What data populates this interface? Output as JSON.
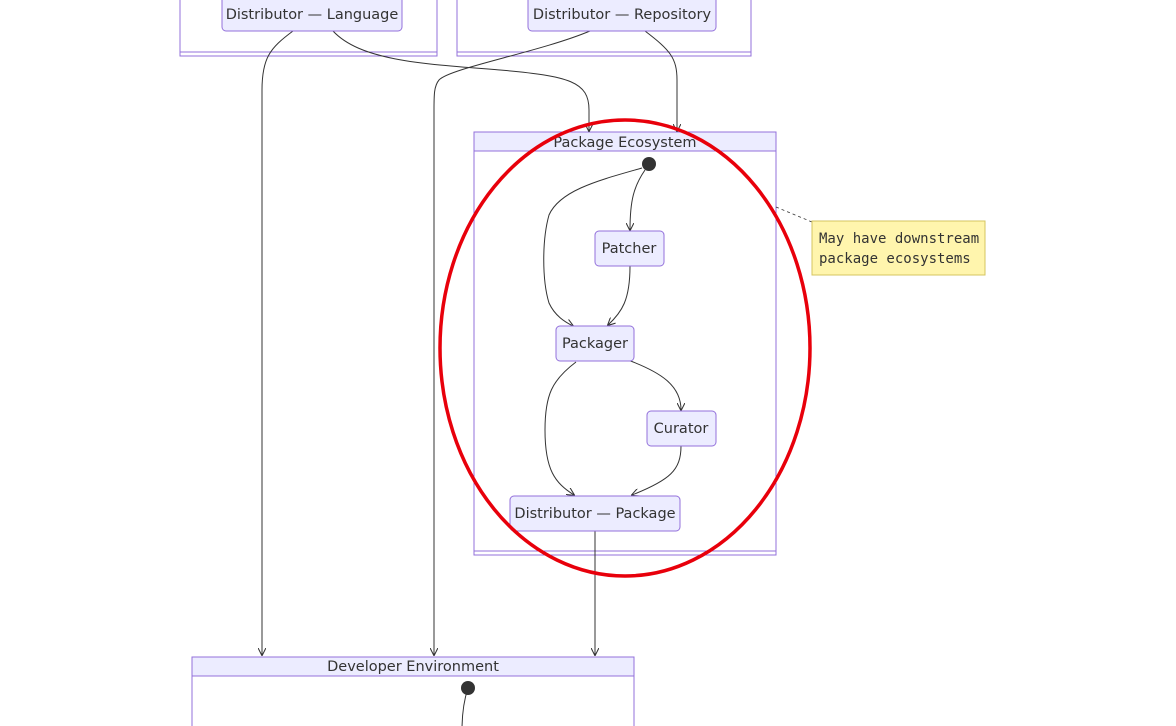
{
  "diagram": {
    "nodes": {
      "distributor_language": "Distributor — Language",
      "distributor_repository": "Distributor — Repository",
      "patcher": "Patcher",
      "packager": "Packager",
      "curator": "Curator",
      "distributor_package": "Distributor — Package"
    },
    "clusters": {
      "package_ecosystem": "Package Ecosystem",
      "developer_environment": "Developer Environment"
    },
    "note": {
      "line1": "May have downstream",
      "line2": "package ecosystems"
    },
    "colors": {
      "node_fill": "#ececff",
      "node_stroke": "#9370db",
      "edge": "#333333",
      "note_fill": "#fff5ad",
      "highlight": "#e8000b"
    }
  }
}
